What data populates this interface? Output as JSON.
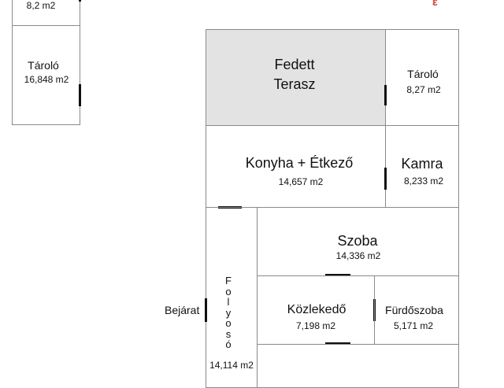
{
  "rooms": {
    "top_left_area": "8,2 m2",
    "taroló_left": {
      "name": "Tároló",
      "area": "16,848 m2"
    },
    "fedett_terasz": {
      "line1": "Fedett",
      "line2": "Terasz"
    },
    "taroló_right": {
      "name": "Tároló",
      "area": "8,27 m2"
    },
    "konyha": {
      "name": "Konyha + Étkező",
      "area": "14,657 m2"
    },
    "kamra": {
      "name": "Kamra",
      "area": "8,233 m2"
    },
    "szoba": {
      "name": "Szoba",
      "area": "14,336 m2"
    },
    "kozlekedo": {
      "name": "Közlekedő",
      "area": "7,198 m2"
    },
    "furdoszoba": {
      "name": "Fürdőszoba",
      "area": "5,171 m2"
    },
    "folyoso": {
      "letters": [
        "F",
        "o",
        "l",
        "y",
        "o",
        "s",
        "ó"
      ],
      "area": "14,114 m2"
    }
  },
  "labels": {
    "entrance": "Bejárat"
  },
  "colors": {
    "wall": "#8a8a8a",
    "terrace_fill": "#e3e3e3",
    "door": "#111111",
    "stamp": "#d23a3a"
  }
}
